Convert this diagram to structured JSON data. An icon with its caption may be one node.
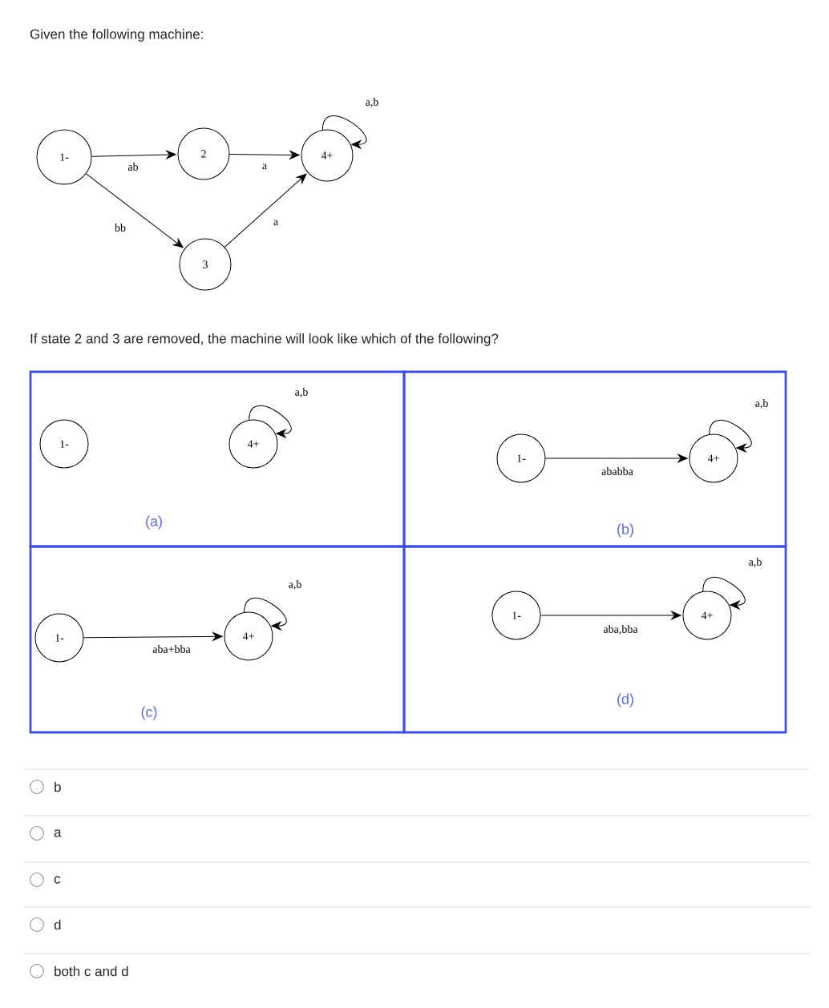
{
  "diagram": {
    "title": "Given the following machine:",
    "nodes": [
      {
        "text": [
          "1-"
        ]
      },
      {
        "text": [
          "2"
        ]
      },
      {
        "text": [
          "3"
        ]
      },
      {
        "text": [
          "4+"
        ]
      },
      {
        "text": [
          "(a)"
        ]
      },
      {
        "text": [
          "1-"
        ],
        "in": 4
      },
      {
        "text": [
          "4+"
        ],
        "in": 4
      },
      {
        "text": [
          "(b)"
        ]
      },
      {
        "text": [
          "1-"
        ],
        "in": 7
      },
      {
        "text": [
          "4+"
        ],
        "in": 7
      },
      {
        "text": [
          "(c)"
        ]
      },
      {
        "text": [
          "1-"
        ],
        "in": 10
      },
      {
        "text": [
          "4+"
        ],
        "in": 10
      },
      {
        "text": [
          "(d)"
        ]
      },
      {
        "text": [
          "1-"
        ],
        "in": 13
      },
      {
        "text": [
          "4+"
        ],
        "in": 13
      }
    ],
    "edges": [
      {
        "from": 0,
        "to": 1,
        "arrow": "to",
        "label": "ab"
      },
      {
        "from": 1,
        "to": 3,
        "arrow": "to",
        "label": "a"
      },
      {
        "from": 0,
        "to": 2,
        "arrow": "to",
        "label": "bb"
      },
      {
        "from": 2,
        "to": 3,
        "arrow": "to",
        "label": "a"
      },
      {
        "from": 3,
        "to": 3,
        "arrow": "to",
        "label": "a,b"
      },
      {
        "from": 6,
        "to": 6,
        "arrow": "to",
        "label": "a,b"
      },
      {
        "from": 8,
        "to": 9,
        "arrow": "to",
        "label": "ababba"
      },
      {
        "from": 9,
        "to": 9,
        "arrow": "to",
        "label": "a,b"
      },
      {
        "from": 11,
        "to": 12,
        "arrow": "to",
        "label": "aba+bba"
      },
      {
        "from": 12,
        "to": 12,
        "arrow": "to",
        "label": "a,b"
      },
      {
        "from": 14,
        "to": 15,
        "arrow": "to",
        "label": "aba,bba"
      },
      {
        "from": 15,
        "to": 15,
        "arrow": "to",
        "label": "a,b"
      }
    ],
    "labels": [
      "If state 2 and 3 are removed, the machine will look like which of the following?",
      "b",
      "a",
      "c",
      "d",
      "both c and d"
    ]
  }
}
